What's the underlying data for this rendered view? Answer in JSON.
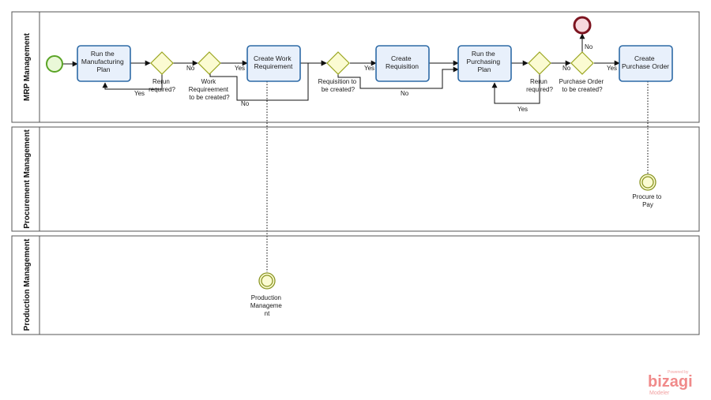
{
  "lanes": [
    {
      "id": "mrp",
      "title": "MRP Management"
    },
    {
      "id": "procurement",
      "title": "Procurement Management"
    },
    {
      "id": "production",
      "title": "Production Management"
    }
  ],
  "tasks": [
    {
      "id": "run-mfg-plan",
      "lines": [
        "Run the",
        "Manufacturing",
        "Plan"
      ]
    },
    {
      "id": "create-work-req",
      "lines": [
        "Create  Work",
        "Requirement"
      ]
    },
    {
      "id": "create-requisition",
      "lines": [
        "Create",
        "Requisition"
      ]
    },
    {
      "id": "run-purchasing-plan",
      "lines": [
        "Run the",
        "Purchasing",
        "Plan"
      ]
    },
    {
      "id": "create-po",
      "lines": [
        "Create",
        "Purchase Order"
      ]
    }
  ],
  "gateways": [
    {
      "id": "rerun-1",
      "lines": [
        "Rerun",
        "required?"
      ]
    },
    {
      "id": "work-req",
      "lines": [
        "Work",
        "Requireement",
        "to be created?"
      ]
    },
    {
      "id": "requisition",
      "lines": [
        "Requisition to",
        "be created?"
      ]
    },
    {
      "id": "rerun-2",
      "lines": [
        "Rerun",
        "required?"
      ]
    },
    {
      "id": "purchase-order",
      "lines": [
        "Purchase Order",
        "to be created?"
      ]
    }
  ],
  "events": [
    {
      "id": "start",
      "type": "start"
    },
    {
      "id": "end",
      "type": "end"
    },
    {
      "id": "procure-to-pay",
      "type": "intermediate",
      "lines": [
        "Procure to",
        "Pay"
      ]
    },
    {
      "id": "production-mgmt",
      "type": "intermediate",
      "lines": [
        "Production",
        "Manageme",
        "nt"
      ]
    }
  ],
  "flow_labels": {
    "yes": "Yes",
    "no": "No"
  },
  "logo": {
    "powered_by": "Powered by",
    "brand": "bizagi",
    "product": "Modeler"
  }
}
